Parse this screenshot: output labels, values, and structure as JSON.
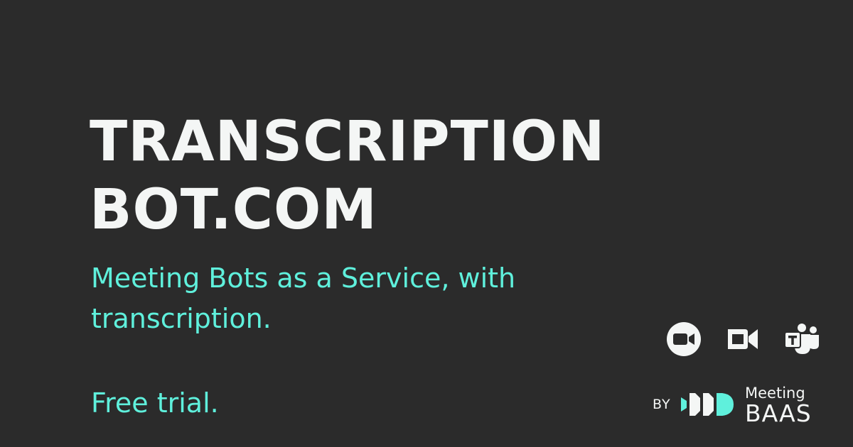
{
  "hero": {
    "title_line1": "TRANSCRIPTION",
    "title_line2": "BOT.COM",
    "tagline_line1": "Meeting Bots as a Service, with",
    "tagline_line2": "transcription.",
    "cta": "Free trial."
  },
  "platforms": [
    {
      "name": "Zoom",
      "icon": "zoom-icon"
    },
    {
      "name": "Google Meet",
      "icon": "google-meet-icon"
    },
    {
      "name": "Microsoft Teams",
      "icon": "teams-icon"
    }
  ],
  "branding": {
    "by_label": "BY",
    "name_line1": "Meeting",
    "name_line2": "BAAS",
    "mark_icon": "meeting-baas-logo-icon"
  },
  "colors": {
    "background": "#2b2b2b",
    "title": "#f4f6f5",
    "accent": "#5ff0dc"
  }
}
